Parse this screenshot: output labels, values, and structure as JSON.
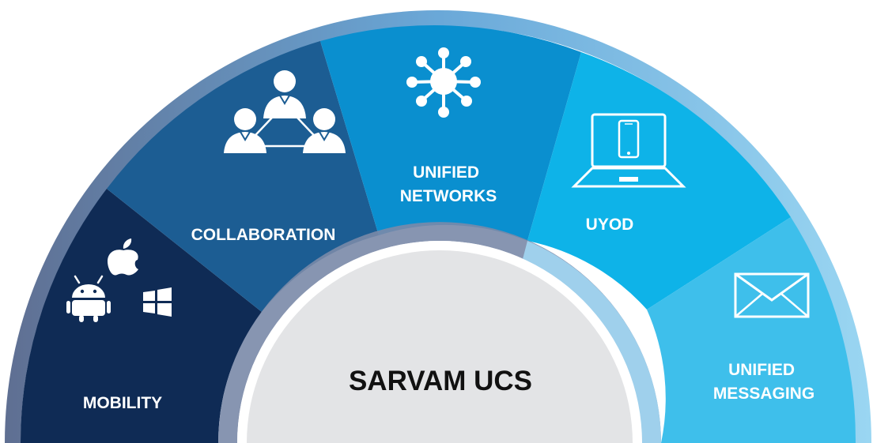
{
  "center": {
    "title": "SARVAM UCS"
  },
  "segments": [
    {
      "id": "mobility",
      "label_lines": [
        "MOBILITY"
      ],
      "icon": "mobile-os-icons (android, apple, windows)",
      "color": "#0f2b55"
    },
    {
      "id": "collaboration",
      "label_lines": [
        "COLLABORATION"
      ],
      "icon": "people-network-icon",
      "color": "#1c5d93"
    },
    {
      "id": "unified-networks",
      "label_lines": [
        "UNIFIED",
        "NETWORKS"
      ],
      "icon": "network-hub-icon",
      "color": "#0a8fcf"
    },
    {
      "id": "uyod",
      "label_lines": [
        "UYOD"
      ],
      "icon": "laptop-phone-icon",
      "color": "#0eb3e8"
    },
    {
      "id": "unified-messaging",
      "label_lines": [
        "UNIFIED",
        "MESSAGING"
      ],
      "icon": "envelope-icon",
      "color": "#3ebfeb"
    }
  ],
  "colors": {
    "inner_ring": "#7a8aa8",
    "hub": "#e3e4e6",
    "text_light": "#ffffff",
    "text_dark": "#111111"
  }
}
